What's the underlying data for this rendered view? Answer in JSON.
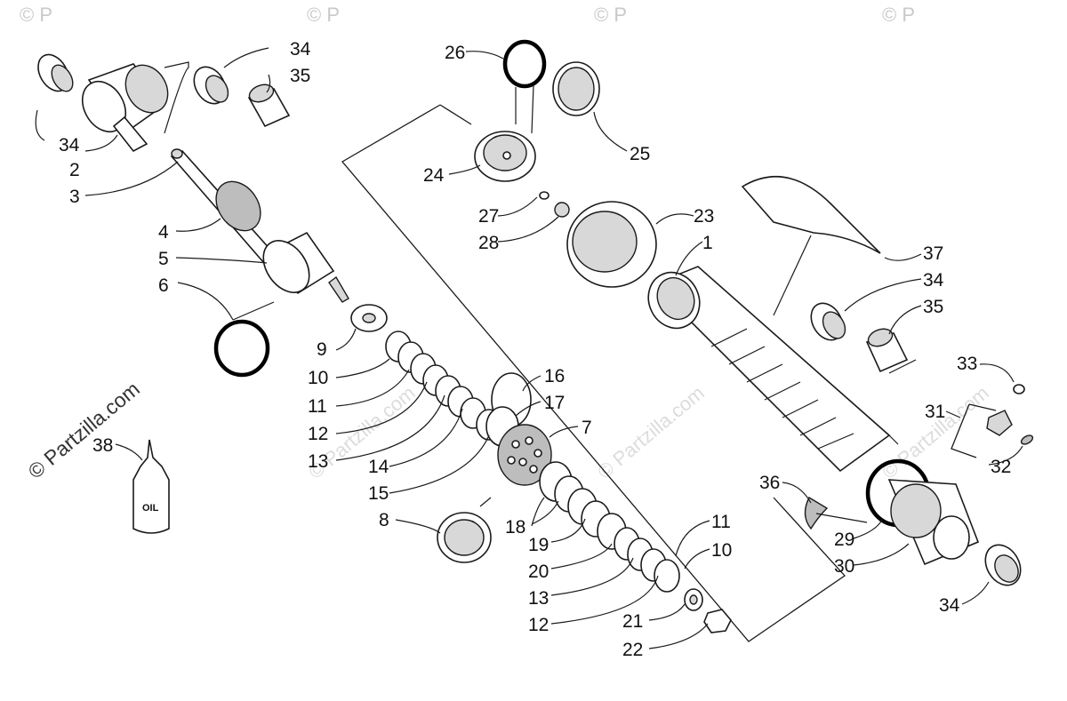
{
  "watermark": {
    "main": "© Partzilla.com",
    "faint": "© Partzilla.com",
    "corner": "© P"
  },
  "oil_label": "OIL",
  "callouts": {
    "c1": "1",
    "c2": "2",
    "c3": "3",
    "c4": "4",
    "c5": "5",
    "c6": "6",
    "c7": "7",
    "c8": "8",
    "c9": "9",
    "c10a": "10",
    "c10b": "10",
    "c11a": "11",
    "c11b": "11",
    "c12a": "12",
    "c12b": "12",
    "c13a": "13",
    "c13b": "13",
    "c14": "14",
    "c15": "15",
    "c16": "16",
    "c17": "17",
    "c18": "18",
    "c19": "19",
    "c20": "20",
    "c21": "21",
    "c22": "22",
    "c23": "23",
    "c24": "24",
    "c25": "25",
    "c26": "26",
    "c27": "27",
    "c28": "28",
    "c29": "29",
    "c30": "30",
    "c31": "31",
    "c32": "32",
    "c33": "33",
    "c34a": "34",
    "c34b": "34",
    "c34c": "34",
    "c34d": "34",
    "c35a": "35",
    "c35b": "35",
    "c36": "36",
    "c37": "37",
    "c38": "38"
  }
}
